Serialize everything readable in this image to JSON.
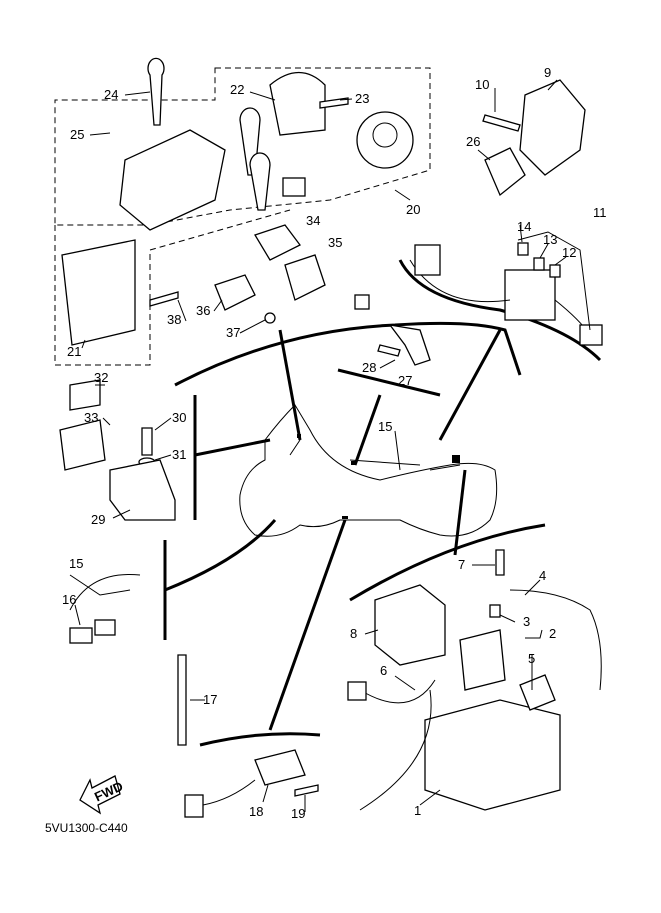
{
  "diagram_code": "5VU1300-C440",
  "fwd_label": "FWD",
  "colors": {
    "line": "#000000",
    "background": "#ffffff"
  },
  "callouts": [
    "24",
    "22",
    "23",
    "10",
    "9",
    "25",
    "26",
    "20",
    "34",
    "35",
    "11",
    "14",
    "13",
    "12",
    "38",
    "36",
    "37",
    "21",
    "28",
    "27",
    "32",
    "30",
    "33",
    "31",
    "15",
    "29",
    "15",
    "16",
    "7",
    "4",
    "3",
    "8",
    "2",
    "5",
    "6",
    "17",
    "1",
    "18",
    "19"
  ]
}
